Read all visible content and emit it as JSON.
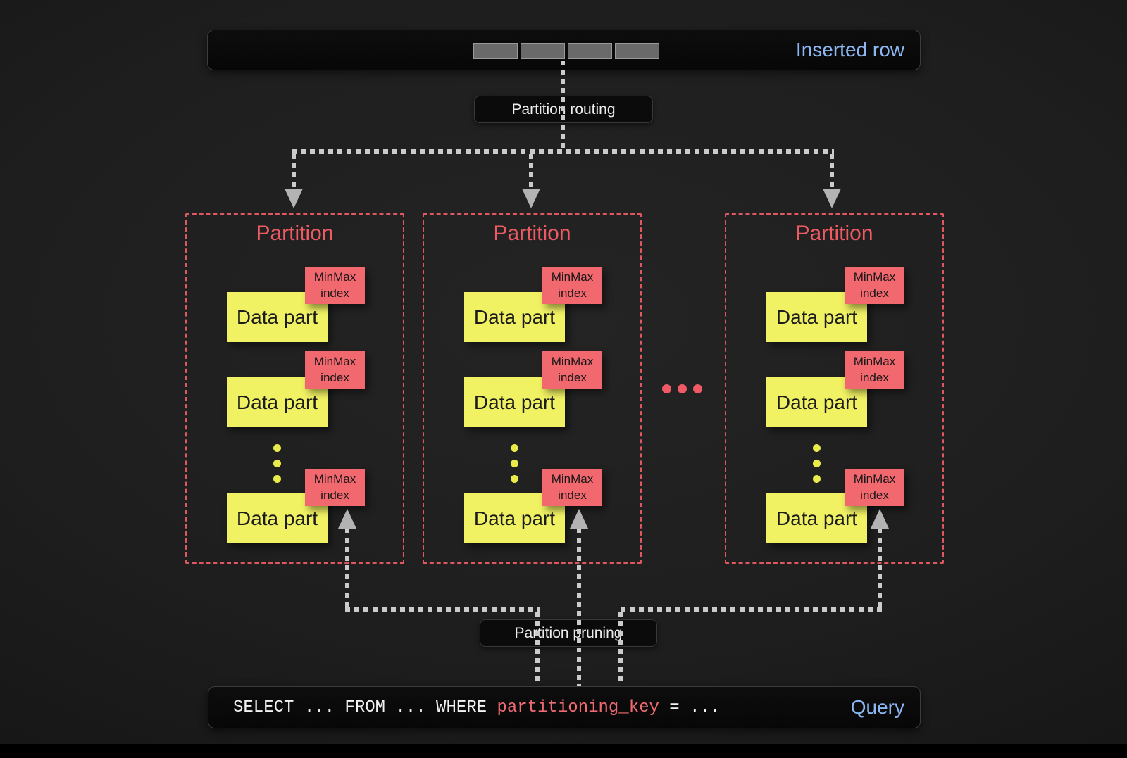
{
  "inserted_row": {
    "label": "Inserted row",
    "segment_count": 4
  },
  "routing": {
    "label": "Partition routing"
  },
  "pruning": {
    "label": "Partition pruning"
  },
  "partitions": [
    {
      "title": "Partition",
      "parts": [
        {
          "label": "Data part",
          "tag": "MinMax index"
        },
        {
          "label": "Data part",
          "tag": "MinMax index"
        },
        {
          "label": "Data part",
          "tag": "MinMax index"
        }
      ]
    },
    {
      "title": "Partition",
      "parts": [
        {
          "label": "Data part",
          "tag": "MinMax index"
        },
        {
          "label": "Data part",
          "tag": "MinMax index"
        },
        {
          "label": "Data part",
          "tag": "MinMax index"
        }
      ]
    },
    {
      "title": "Partition",
      "parts": [
        {
          "label": "Data part",
          "tag": "MinMax index"
        },
        {
          "label": "Data part",
          "tag": "MinMax index"
        },
        {
          "label": "Data part",
          "tag": "MinMax index"
        }
      ]
    }
  ],
  "query": {
    "sql_before": "SELECT ... FROM ... WHERE ",
    "sql_key": "partitioning_key",
    "sql_after": " = ...",
    "label": "Query"
  },
  "colors": {
    "background": "#1e1e1e",
    "box_dark": "#0b0b0b",
    "partition_red": "#ee5a62",
    "minmax_red": "#f2686f",
    "data_part_yellow": "#f1f263",
    "accent_blue": "#8cb7f3",
    "arrow_gray": "#cbcbcb"
  }
}
